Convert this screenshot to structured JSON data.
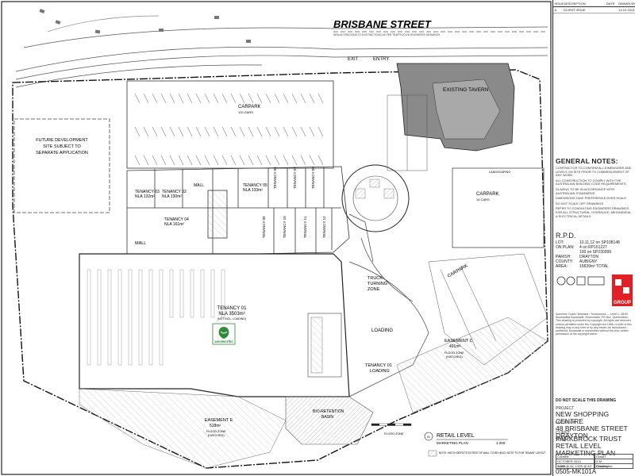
{
  "plan": {
    "street_title": "BRISBANE STREET",
    "street_note": "NEW ALTERATIONS TO EXISTING ROAD AS PER TRAFFIC/CIVIL ENGINEERS DRAWINGS",
    "exit": "EXIT",
    "entry": "ENTRY",
    "existing_tavern": "EXISTING TAVERN",
    "future_dev": [
      "FUTURE DEVELOPMENT",
      "SITE SUBJECT TO",
      "SEPARATE APPLICATION"
    ],
    "carpark": "CARPARK",
    "carpark_sub": "120 CARS",
    "carpark_east": "CARPARK",
    "carpark_east_sub": "14 CARS",
    "carpark_south": "CARPARK",
    "mall": "MALL",
    "truck_turning": [
      "TRUCK",
      "TURNING",
      "ZONE"
    ],
    "loading": "LOADING",
    "landscaping": "LANDSCAPING",
    "easement_c": [
      "EASEMENT C",
      "491m²",
      "FLOOD ZONE",
      "(HATCHED)"
    ],
    "easement_e": [
      "EASEMENT E",
      "518m²",
      "FLOOD ZONE",
      "(HATCHED)"
    ],
    "bio_retention": [
      "BIO-RETENTION",
      "BASIN"
    ],
    "flood_zone": "FLOOD ZONE",
    "tenancy_01": [
      "TENANCY 01",
      "NLA 3503m²",
      "(NOT INCL. LOADING)"
    ],
    "tenancy_01_loading": [
      "TENANCY 01",
      "LOADING"
    ],
    "tenancy_02": [
      "TENANCY 02",
      "NLA 130m²"
    ],
    "tenancy_03": [
      "TENANCY 03",
      "NLA 132m²"
    ],
    "tenancy_04": [
      "TENANCY 04",
      "NLA 161m²"
    ],
    "tenancy_05": [
      "TENANCY 05",
      "NLA 133m²"
    ],
    "tenancy_06": "TENANCY 06",
    "tenancy_07": "TENANCY 07",
    "tenancy_08": "TENANCY 08",
    "tenancy_09": "TENANCY 09",
    "tenancy_10": "TENANCY 10",
    "tenancy_11": "TENANCY 11",
    "tenancy_12": "TENANCY 12",
    "logo_word": "woolworths",
    "retail_level": "RETAIL LEVEL",
    "marketing_plan": "MARKETING PLAN",
    "scale": "1:250",
    "ref": "01",
    "note": "NOTE: HATCH DEPICTS EXTENT OF WALL TO BE HELD, NOTE TO FOR TENANT LAYOUT",
    "colors": {
      "tavern": "#8a8a8a",
      "logo_green": "#2e8b3a",
      "logo_red": "#d31c1c"
    }
  },
  "title_block": {
    "rev_headers": [
      "ISSUE",
      "DESCRIPTION",
      "DATE",
      "DRAWN BY"
    ],
    "rev_rows": [
      [
        "A",
        "CLIENT ISSUE",
        "",
        "14.10.2013"
      ]
    ],
    "general_notes": {
      "heading": "GENERAL NOTES:",
      "items": [
        "CONTRACTOR TO CONFIRM ALL DIMENSIONS AND LEVELS ON SITE PRIOR TO COMMENCEMENT OF ANY WORK",
        "ALL CONSTRUCTION TO COMPLY WITH THE AUSTRALIAN BUILDING CODE REQUIREMENTS",
        "GLAZING TO BE IN ACCORDANCE WITH AUSTRALIAN STANDARDS",
        "DIMENSIONS TAKE PREFERENCE OVER SCALE",
        "DO NOT SCALE OFF DRAWINGS",
        "REFER TO CONSULTING ENGINEERS DRAWINGS FOR ALL STRUCTURAL, HYDRAULIC, MECHANICAL & ELECTRICAL DETAILS"
      ]
    },
    "rpd": {
      "heading": "R.P.D.",
      "rows": [
        [
          "LOT:",
          "10,11,12 on SP108148"
        ],
        [
          "ON PLAN:",
          "4 on RP161227"
        ],
        [
          "",
          "100 on SP230999"
        ],
        [
          "PARISH:",
          "DRAYTON"
        ],
        [
          "COUNTY:",
          "AUBIGNY"
        ],
        [
          "AREA:",
          "15839m² TOTAL"
        ]
      ]
    },
    "firm": "GROUP",
    "fine_print": "Sunshine Coast / Brisbane / Toowoomba — Level 1, 48-50 Mooloolaba Esplanade, Mooloolaba; PO Box, Queensland. This drawing is protected by copyright. All rights are reserved. Unless permitted under the Copyright Act 1968, no part of this drawing may in any form or by any means be reproduced, published, broadcast or transmitted without the prior written permission of the copyright owner.",
    "notice": "DO NOT SCALE THIS DRAWING",
    "project_label": "PROJECT",
    "project": "NEW SHOPPING CENTRE",
    "location_label": "LOCATION",
    "location": [
      "48 BRISBANE STREET",
      "DRAYTON"
    ],
    "client_label": "CLIENT",
    "client": "PARKBROCK TRUST",
    "title_label": "TITLE",
    "title": [
      "RETAIL LEVEL",
      "MARKETING PLAN"
    ],
    "created_label": "Created:",
    "created": "OCTOBER 2013",
    "drawn_label": "Drawn:",
    "drawn": "A.M",
    "scale_label": "Scale:",
    "scale": "1:250 @ A1 1:500 @ A3",
    "checked_label": "Checked:",
    "checked": "",
    "drawing_no_label": "Drawing no:",
    "drawing_no": "0505-MK101A",
    "colors": {
      "firm_red": "#e31f26"
    }
  }
}
